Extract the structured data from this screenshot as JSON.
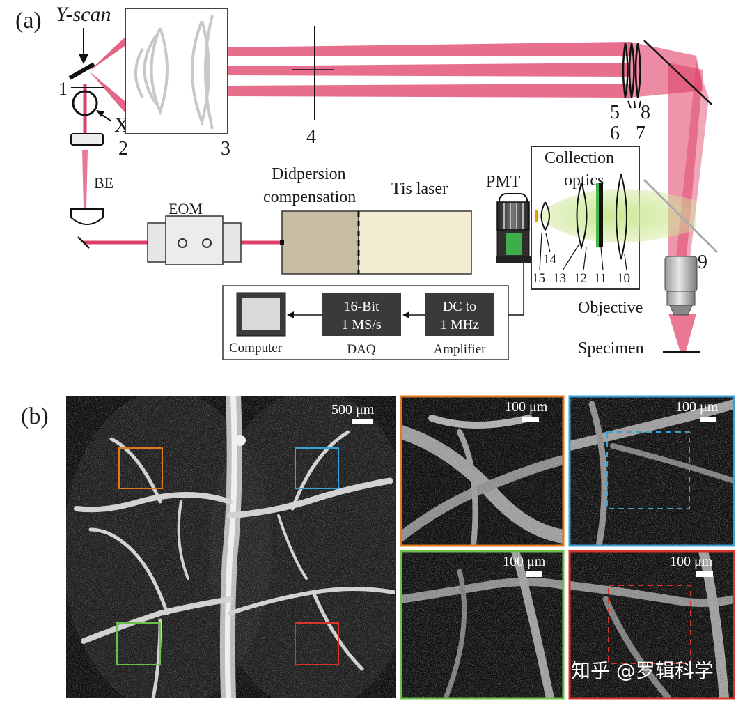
{
  "panel_a": {
    "label": "(a)",
    "y_scan": "Y-scan",
    "x_scan": "X-scan",
    "numbers": {
      "n1": "1",
      "n2": "2",
      "n3": "3",
      "n4": "4",
      "n5": "5",
      "n6": "6",
      "n7": "7",
      "n8": "8",
      "n9": "9",
      "n10": "10",
      "n11": "11",
      "n12": "12",
      "n13": "13",
      "n14": "14",
      "n15": "15"
    },
    "be": "BE",
    "eom": "EOM",
    "dispersion_line1": "Didpersion",
    "dispersion_line2": "compensation",
    "laser": "Tis laser",
    "pmt": "PMT",
    "collection_line1": "Collection",
    "collection_line2": "optics",
    "objective": "Objective",
    "specimen": "Specimen",
    "daq_line1": "16-Bit",
    "daq_line2": "1 MS/s",
    "daq_label": "DAQ",
    "amp_line1": "DC to",
    "amp_line2": "1 MHz",
    "amp_label": "Amplifier",
    "computer": "Computer"
  },
  "panel_b": {
    "label": "(b)",
    "scale_main": "500 μm",
    "scale_orange": "100 μm",
    "scale_blue": "100 μm",
    "scale_green": "100 μm",
    "scale_red": "100 μm"
  },
  "colors": {
    "beam": "#d81b4a",
    "orange": "#e07a1f",
    "blue": "#3aa0d8",
    "green": "#6cc04a",
    "red": "#d8342c"
  },
  "watermark": "知乎 @罗辑科学"
}
